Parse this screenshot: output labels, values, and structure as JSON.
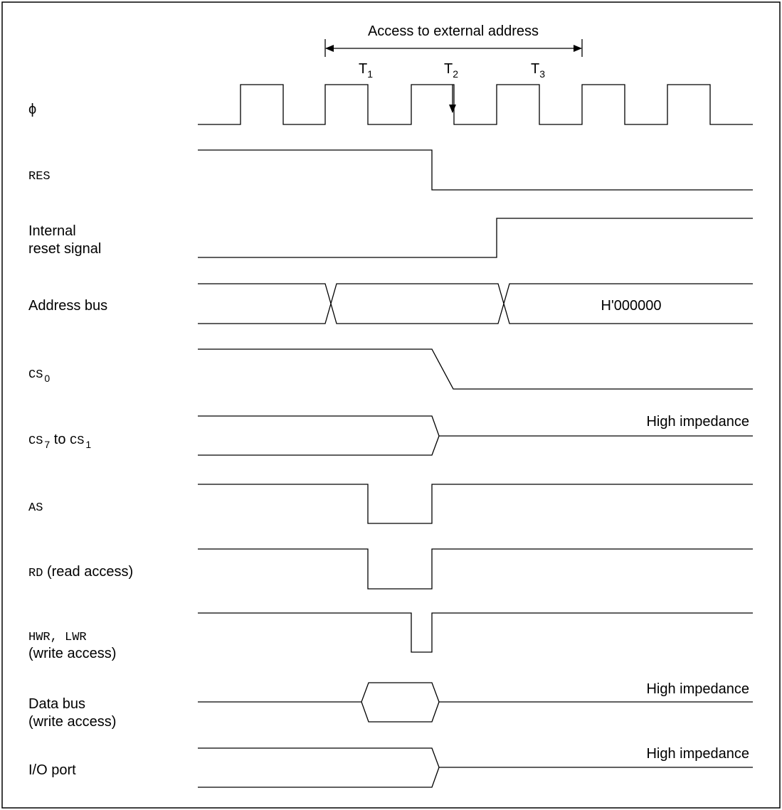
{
  "header": {
    "access_label": "Access to external address",
    "t1": "T",
    "t1_sub": "1",
    "t2": "T",
    "t2_sub": "2",
    "t3": "T",
    "t3_sub": "3"
  },
  "signals": {
    "phi": "ϕ",
    "res": "RES",
    "internal_reset_line1": "Internal",
    "internal_reset_line2": "reset signal",
    "address_bus": "Address bus",
    "address_value": "H'000000",
    "cs0": "CS",
    "cs0_sub": "0",
    "cs7": "CS",
    "cs7_sub": "7",
    "cs_to": " to ",
    "cs1": "CS",
    "cs1_sub": "1",
    "cs_high_impedance": "High impedance",
    "as": "AS",
    "rd": "RD",
    "rd_note": " (read access)",
    "hwr_lwr": "HWR, LWR",
    "hwr_note": "(write access)",
    "data_bus_line1": "Data bus",
    "data_bus_line2": "(write access)",
    "data_high_impedance": "High impedance",
    "io_port": "I/O port",
    "io_high_impedance": "High impedance"
  }
}
